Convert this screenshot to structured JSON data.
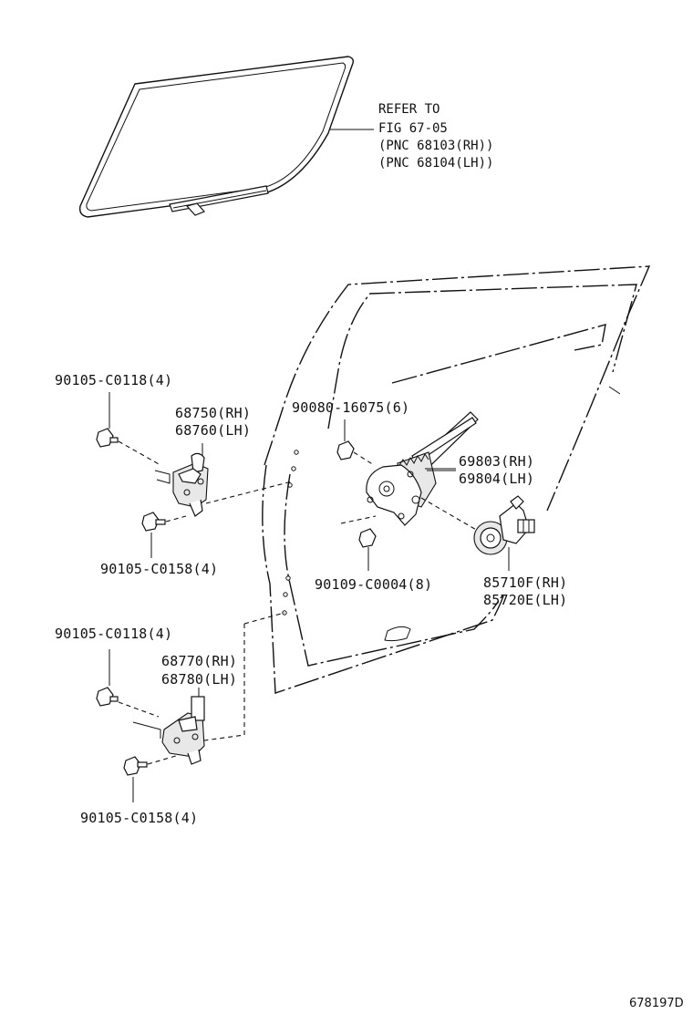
{
  "refer": {
    "line1": "REFER TO",
    "line2": "FIG 67-05",
    "line3": "(PNC 68103(RH))",
    "line4": "(PNC 68104(LH))"
  },
  "labels": {
    "bolt_upper_top": "90105-C0118(4)",
    "hinge_upper_rh": "68750(RH)",
    "hinge_upper_lh": "68760(LH)",
    "bolt_upper_bottom": "90105-C0158(4)",
    "bolt_lower_top": "90105-C0118(4)",
    "hinge_lower_rh": "68770(RH)",
    "hinge_lower_lh": "68780(LH)",
    "bolt_lower_bottom": "90105-C0158(4)",
    "regulator_bolt_top": "90080-16075(6)",
    "regulator_rh": "69803(RH)",
    "regulator_lh": "69804(LH)",
    "regulator_bolt_bottom": "90109-C0004(8)",
    "motor_rh": "85710F(RH)",
    "motor_lh": "85720E(LH)"
  },
  "figure_id": "678197D"
}
